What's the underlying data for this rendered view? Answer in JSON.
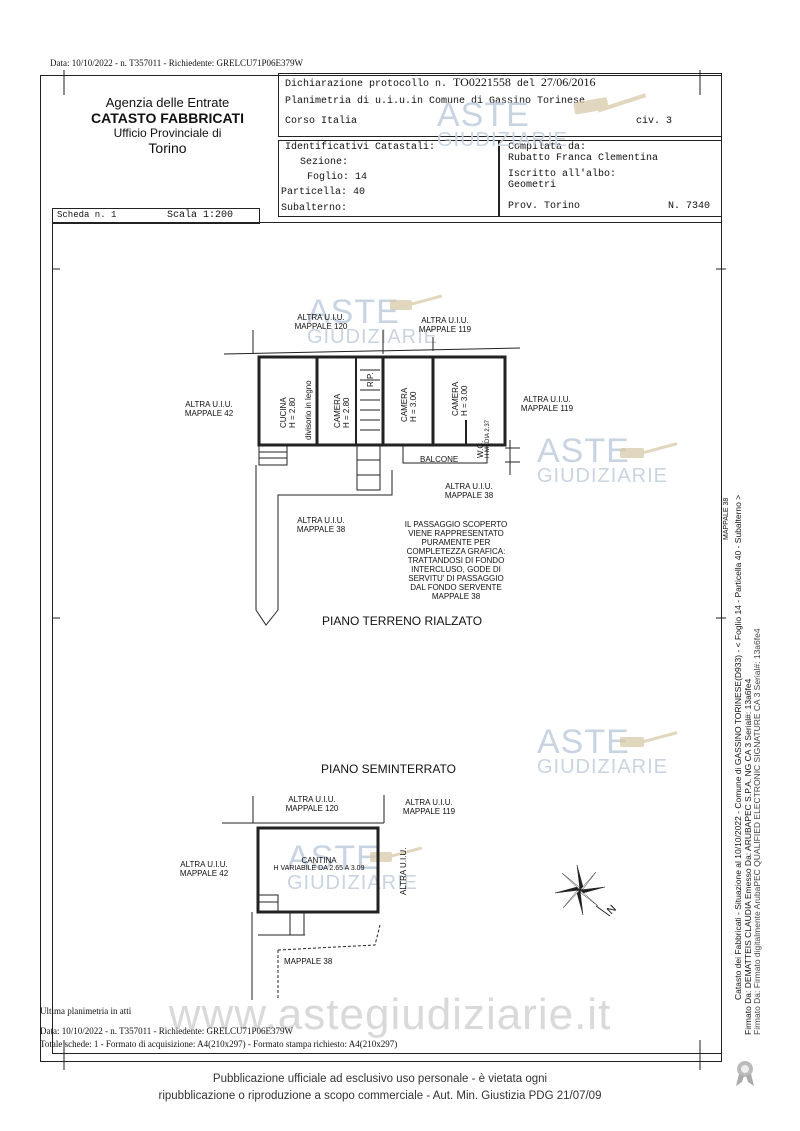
{
  "top_line": "Data: 10/10/2022 - n. T357011 - Richiedente: GRELCU71P06E379W",
  "header": {
    "agency": "Agenzia delle Entrate",
    "catasto": "CATASTO FABBRICATI",
    "ufficio": "Ufficio Provinciale di",
    "city": "Torino",
    "dichiarazione_label": "Dichiarazione protocollo n.",
    "protocol_number": "TO0221558",
    "del_label": "del",
    "protocol_date": "27/06/2016",
    "planimetria": "Planimetria di u.i.u.in Comune di Gassino Torinese",
    "address": "Corso Italia",
    "civ": "civ. 3",
    "identificativi_label": "Identificativi Catastali:",
    "sezione": "Sezione:",
    "foglio": "Foglio: 14",
    "particella": "Particella: 40",
    "subalterno": "Subalterno:",
    "compilata_label": "Compilata da:",
    "compilata_name": "Rubatto Franca Clementina",
    "iscritto_label": "Iscritto all'albo:",
    "iscritto_value": "Geometri",
    "prov": "Prov. Torino",
    "n": "N. 7340",
    "scheda": "Scheda n. 1",
    "scala": "Scala 1:200"
  },
  "watermark": {
    "line1": "ASTE",
    "line2": "GIUDIZIARIE",
    "site": "www.astegiudiziarie.it"
  },
  "plan_ground": {
    "altra_120": "ALTRA U.I.U.",
    "mappale_120": "MAPPALE 120",
    "altra_119_top": "ALTRA U.I.U.",
    "mappale_119_top": "MAPPALE 119",
    "altra_42": "ALTRA U.I.U.",
    "mappale_42": "MAPPALE 42",
    "altra_119_right": "ALTRA U.I.U.",
    "mappale_119_right": "MAPPALE 119",
    "cucina": "CUCINA",
    "cucina_h": "H = 2.80",
    "divisorio": "divisorio in legno",
    "camera1": "CAMERA",
    "camera1_h": "H = 2.80",
    "rip": "RIP.",
    "camera2": "CAMERA",
    "camera2_h": "H = 3.00",
    "camera3": "CAMERA",
    "camera3_h": "H = 3.00",
    "wc": "W.C.",
    "wc_h": "H MEDIA 2.37",
    "balcone": "BALCONE",
    "altra_38_a": "ALTRA U.I.U.",
    "mappale_38_a": "MAPPALE 38",
    "altra_38_b": "ALTRA U.I.U.",
    "mappale_38_b": "MAPPALE 38",
    "note": [
      "IL PASSAGGIO SCOPERTO",
      "VIENE RAPPRESENTATO",
      "PURAMENTE PER",
      "COMPLETEZZA GRAFICA:",
      "TRATTANDOSI DI FONDO",
      "INTERCLUSO, GODE DI",
      "SERVITU' DI PASSAGGIO",
      "DAL FONDO SERVENTE",
      "MAPPALE 38"
    ],
    "title": "PIANO TERRENO RIALZATO"
  },
  "plan_basement": {
    "title": "PIANO SEMINTERRATO",
    "altra_120": "ALTRA U.I.U.",
    "mappale_120": "MAPPALE 120",
    "altra_119": "ALTRA U.I.U.",
    "mappale_119": "MAPPALE 119",
    "altra_42": "ALTRA U.I.U.",
    "mappale_42": "MAPPALE 42",
    "altra_right": "ALTRA U.I.U.",
    "cantina": "CANTINA",
    "cantina_h": "H VARIABILE DA 2.65 A 3.09",
    "mappale_38": "MAPPALE 38"
  },
  "compass": {
    "n_label": "N"
  },
  "bottom": {
    "ultima": "Ultima planimetria in atti",
    "data_line": "Data: 10/10/2022 - n. T357011 - Richiedente: GRELCU71P06E379W",
    "totale": "Totale schede: 1 - Formato di acquisizione: A4(210x297) - Formato stampa richiesto: A4(210x297)",
    "pub1": "Pubblicazione ufficiale ad esclusivo uso personale - è vietata ogni",
    "pub2": "ripubblicazione o riproduzione a scopo commerciale - Aut. Min. Giustizia PDG 21/07/09"
  },
  "side": {
    "line1": "Catasto dei Fabbricati - Situazione al 10/10/2022 - Comune di GASSINO TORINESE(D933) - < Foglio 14 - Particella 40 - Subalterno >",
    "line2": "Firmato Da: DEMATTEIS CLAUDIA Emesso Da: ARUBAPEC S.P.A. NG CA 3 Serial#: 13a6fe4",
    "line3": "Firmato Da: Firmato digitalmente ArubaPEC QUALIFIED ELECTRONIC SIGNATURE CA 3 Serial#: 13a6fe4",
    "line4": "MAPPALE 38"
  }
}
